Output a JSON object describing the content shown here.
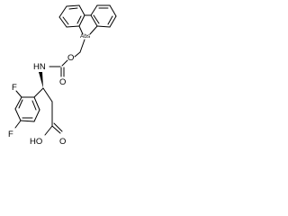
{
  "structure": {
    "atoms": {
      "abs_label": "Abs",
      "ether_oxygen": "O",
      "carbonyl_oxygen": "O",
      "amide_nh": "HN",
      "fluorine_top": "F",
      "fluorine_bottom": "F",
      "acid_hydroxyl": "HO",
      "acid_carbonyl_oxygen": "O"
    }
  }
}
